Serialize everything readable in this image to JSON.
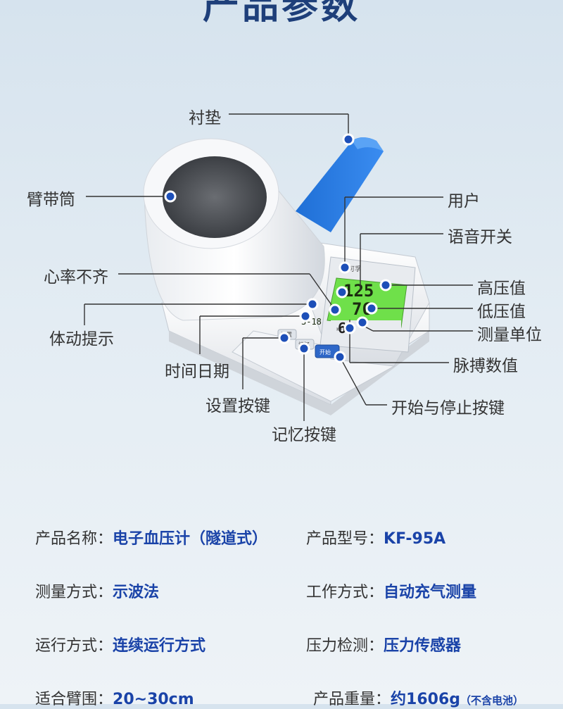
{
  "page": {
    "title": "产品参数"
  },
  "device": {
    "brand_label": "可孚",
    "model_label": "KF-95A",
    "lcd": {
      "sys": "125",
      "dia": "76",
      "pulse": "60",
      "datetime": "3-18"
    },
    "button_labels": {
      "set": "设置",
      "memory": "记忆",
      "start": "开始"
    }
  },
  "callouts": {
    "cushion": "衬垫",
    "cuff": "臂带筒",
    "user": "用户",
    "voice": "语音开关",
    "irregular": "心率不齐",
    "systolic": "高压值",
    "diastolic": "低压值",
    "unit": "测量单位",
    "motion": "体动提示",
    "pulse": "脉搏数值",
    "datetime": "时间日期",
    "set_key": "设置按键",
    "start_key": "开始与停止按键",
    "memory_key": "记忆按键"
  },
  "specs": [
    {
      "label": "产品名称：",
      "value": "电子血压计（隧道式）"
    },
    {
      "label": "产品型号：",
      "value": "KF-95A"
    },
    {
      "label": "测量方式：",
      "value": "示波法"
    },
    {
      "label": "工作方式：",
      "value": "自动充气测量"
    },
    {
      "label": "运行方式：",
      "value": "连续运行方式"
    },
    {
      "label": "压力检测：",
      "value": "压力传感器"
    },
    {
      "label": "适合臂围：",
      "value": "20~30cm"
    },
    {
      "label": "产品重量：",
      "value": "约1606g",
      "note": "（不含电池）"
    }
  ],
  "colors": {
    "title": "#1e3f7a",
    "value": "#1a43a8",
    "dot": "#1d4fb8",
    "lcd": "#6fe04a",
    "cuff_strap": "#2f7be0"
  }
}
